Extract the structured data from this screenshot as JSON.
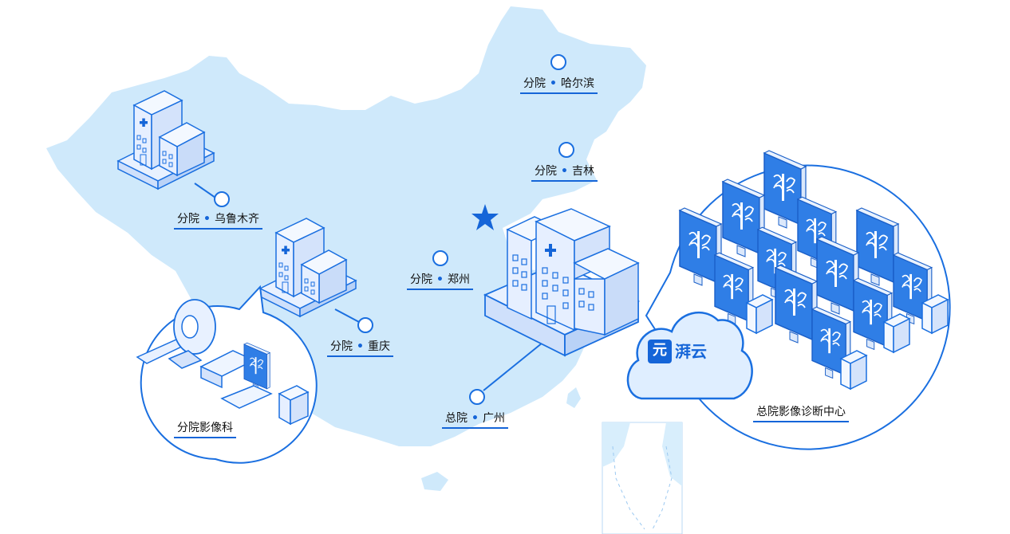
{
  "colors": {
    "map_fill": "#cfe9fb",
    "accent": "#1565d8",
    "line": "#1a6fe0",
    "building_fill": "#e4efff",
    "screen_fill": "#2f7ee6"
  },
  "labels": {
    "harbin": {
      "prefix": "分院",
      "city": "哈尔滨"
    },
    "jilin": {
      "prefix": "分院",
      "city": "吉林"
    },
    "urumqi": {
      "prefix": "分院",
      "city": "乌鲁木齐"
    },
    "zhengzhou": {
      "prefix": "分院",
      "city": "郑州"
    },
    "chongqing": {
      "prefix": "分院",
      "city": "重庆"
    },
    "guangzhou": {
      "prefix": "总院",
      "city": "广州"
    },
    "imaging_dept": "分院影像科",
    "center": "总院影像诊断中心",
    "cloud_brand": "湃云",
    "cloud_logo": "元"
  },
  "icons": [
    "capital-star-icon",
    "hospital-building-icon",
    "ct-scanner-icon",
    "workstation-icon",
    "cloud-icon"
  ]
}
